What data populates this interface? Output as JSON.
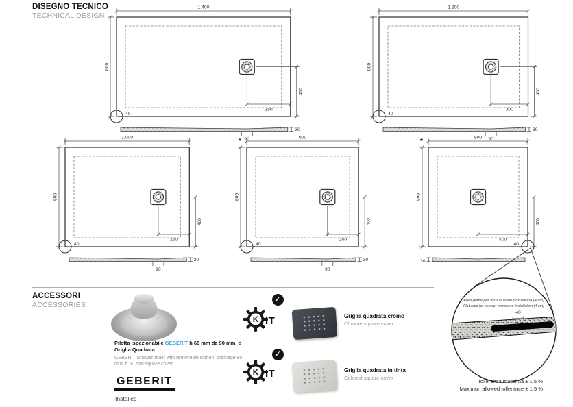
{
  "header": {
    "title_it": "DISEGNO TECNICO",
    "title_en": "TECHNICAL DESIGN"
  },
  "drawings": [
    {
      "name": "tray-1400x800",
      "top_label": "1.400",
      "side_label": "800",
      "drain_vertical_label": "400",
      "drain_horizontal_label": "350",
      "corner_label": "40",
      "profile_thickness_label": "30",
      "profile_drain_label": "90",
      "asterisk": ""
    },
    {
      "name": "tray-1200x800",
      "top_label": "1.200",
      "side_label": "800",
      "drain_vertical_label": "400",
      "drain_horizontal_label": "300",
      "corner_label": "40",
      "profile_thickness_label": "30",
      "profile_drain_label": "90",
      "asterisk": ""
    },
    {
      "name": "tray-1000x800",
      "top_label": "1.000",
      "side_label": "800",
      "drain_vertical_label": "400",
      "drain_horizontal_label": "250",
      "corner_label": "40",
      "profile_thickness_label": "30",
      "profile_drain_label": "90",
      "asterisk": ""
    },
    {
      "name": "tray-900x800",
      "top_label": "900",
      "side_label": "800",
      "drain_vertical_label": "400",
      "drain_horizontal_label": "250",
      "corner_label": "40",
      "profile_thickness_label": "30",
      "profile_drain_label": "90",
      "asterisk": "*"
    },
    {
      "name": "tray-800x800",
      "top_label": "800",
      "side_label": "800",
      "drain_vertical_label": "400",
      "drain_horizontal_label": "400",
      "corner_label": "40",
      "profile_thickness_label": "30",
      "profile_drain_label": "",
      "asterisk": "*"
    }
  ],
  "magnifier": {
    "note_it": "Aree piane per installazione box doccia (4 cm)",
    "note_en": "Flat area for shower enclosure installation (4 cm)",
    "dim_label": "40"
  },
  "tolerance": {
    "line_it": "Tolleranza massima ± 1.5 %",
    "line_en": "Maximun allowed tollerance ± 1.5 %"
  },
  "accessories": {
    "title_it": "ACCESSORI",
    "title_en": "ACCESSORIES",
    "drain_text": {
      "prefix": "Piletta ispezionabile ",
      "brand": "GEBERIT",
      "suffix": " h 60 mm da 90 mm, e Griglia Quadrata"
    },
    "drain_text_en": "GEBERIT Shower drain with removable siphon, drainage 90 mm, h 60 mm square cover",
    "logo_text": "GEBERIT",
    "installed_label": "Installed",
    "kit": {
      "k": "K",
      "it": "IT"
    },
    "check_glyph": "✓",
    "covers": [
      {
        "label_it": "Griglia quadrata cromo",
        "label_en": "Chrome square cover"
      },
      {
        "label_it": "Griglia quadrata in tinta",
        "label_en": "Colored square cover"
      }
    ]
  },
  "colors": {
    "brand_blue": "#2fa8dc",
    "ink": "#1c1c1c",
    "muted": "#8f8f8f",
    "line": "#4d4d4d"
  }
}
